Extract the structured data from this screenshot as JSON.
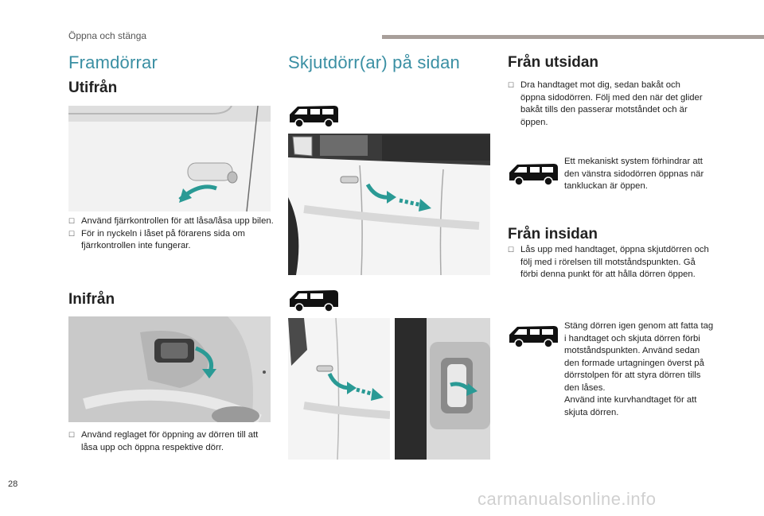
{
  "header": {
    "section": "Öppna och stänga"
  },
  "page_number": "28",
  "watermark": "carmanualsonline.info",
  "col1": {
    "title": "Framdörrar",
    "outside": {
      "heading": "Utifrån",
      "bullets": [
        "Använd fjärrkontrollen för att låsa/låsa upp bilen.",
        "För in nyckeln i låset på förarens sida om fjärrkontrollen inte fungerar."
      ]
    },
    "inside": {
      "heading": "Inifrån",
      "bullets": [
        "Använd reglaget för öppning av dörren till att låsa upp och öppna respektive dörr."
      ]
    }
  },
  "col2": {
    "title": "Skjutdörr(ar) på sidan"
  },
  "col3": {
    "outside": {
      "heading": "Från utsidan",
      "bullet": "Dra handtaget mot dig, sedan bakåt och öppna sidodörren. Följ med den när det glider bakåt tills den passerar motståndet och är öppen.",
      "note": "Ett mekaniskt system förhindrar att den vänstra sidodörren öppnas när tankluckan är öppen."
    },
    "inside": {
      "heading": "Från insidan",
      "bullet": "Lås upp med handtaget, öppna skjutdörren och följ med i rörelsen till motståndspunkten. Gå förbi denna punkt för att hålla dörren öppen.",
      "note1": "Stäng dörren igen genom att fatta tag i handtaget och skjuta dörren förbi motståndspunkten. Använd sedan den formade urtagningen överst på dörrstolpen för att styra dörren tills den låses.",
      "note2": "Använd inte kurvhandtaget för att skjuta dörren."
    }
  },
  "icons": {
    "bullet": "checkbox-bullet-icon",
    "vehicle_long": "van-long-icon",
    "vehicle_short": "van-short-icon"
  },
  "colors": {
    "accent": "#3a8fa3",
    "arrow": "#2a9a95",
    "header_bar": "#a89f9a"
  }
}
